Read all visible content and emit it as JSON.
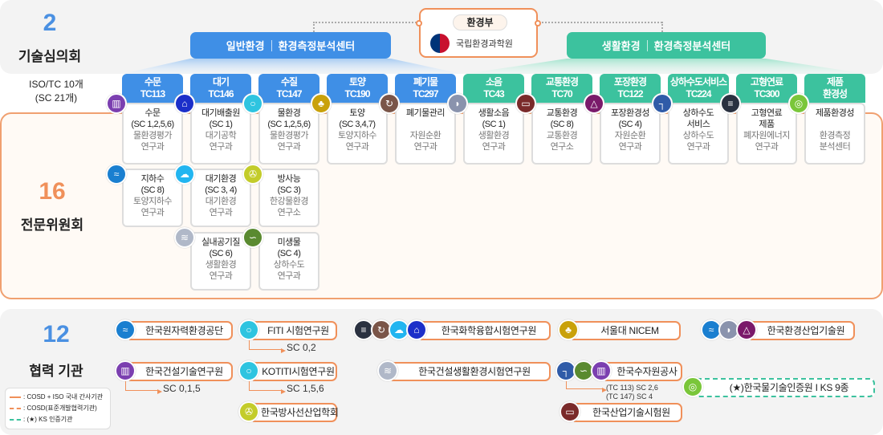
{
  "top": {
    "count": "2",
    "label": "기술심의회",
    "count_color": "#4a90e2"
  },
  "moe": {
    "tag": "환경부",
    "name": "국립환경과학원"
  },
  "banners": {
    "general": {
      "left": "일반환경",
      "right": "환경측정분석센터",
      "color": "#3f8fe6"
    },
    "living": {
      "left": "생활환경",
      "right": "환경측정분석센터",
      "color": "#3cc29e"
    }
  },
  "iso_summary": {
    "line1": "ISO/TC 10개",
    "line2": "(SC 21개)"
  },
  "committee": {
    "count": "16",
    "label": "전문위원회",
    "count_color": "#f0905a"
  },
  "tcs": [
    {
      "name": "수문",
      "code": "TC113",
      "group": "general",
      "icon": "dam-icon",
      "icon_color": "#7b3fb0",
      "card": [
        "수문",
        "(SC 1,2,5,6)"
      ],
      "dept": [
        "물환경평가",
        "연구과"
      ]
    },
    {
      "name": "대기",
      "code": "TC146",
      "group": "general",
      "icon": "factory-icon",
      "icon_color": "#1c2fc9",
      "card": [
        "대기배출원",
        "(SC 1)"
      ],
      "dept": [
        "대기공학",
        "연구과"
      ]
    },
    {
      "name": "수질",
      "code": "TC147",
      "group": "general",
      "icon": "water-drop-icon",
      "icon_color": "#2ec4e0",
      "card": [
        "물환경",
        "(SC 1,2,5,6)"
      ],
      "dept": [
        "물환경평가",
        "연구과"
      ]
    },
    {
      "name": "토양",
      "code": "TC190",
      "group": "general",
      "icon": "trees-icon",
      "icon_color": "#c9a10a",
      "card": [
        "토양",
        "(SC 3,4,7)"
      ],
      "dept": [
        "토양지하수",
        "연구과"
      ]
    },
    {
      "name": "폐기물",
      "code": "TC297",
      "group": "general",
      "icon": "recycle-icon",
      "icon_color": "#7a5548",
      "card": [
        "폐기물관리",
        ""
      ],
      "dept": [
        "자원순환",
        "연구과"
      ]
    },
    {
      "name": "소음",
      "code": "TC43",
      "group": "living",
      "icon": "ear-icon",
      "icon_color": "#8a93ad",
      "card": [
        "생활소음",
        "(SC 1)"
      ],
      "dept": [
        "생활환경",
        "연구과"
      ]
    },
    {
      "name": "교통환경",
      "code": "TC70",
      "group": "living",
      "icon": "car-icon",
      "icon_color": "#7a2a2a",
      "card": [
        "교통환경",
        "(SC 8)"
      ],
      "dept": [
        "교통환경",
        "연구소"
      ]
    },
    {
      "name": "포장환경",
      "code": "TC122",
      "group": "living",
      "icon": "bag-icon",
      "icon_color": "#7a1a6a",
      "card": [
        "포장환경성",
        "(SC 4)"
      ],
      "dept": [
        "자원순환",
        "연구과"
      ]
    },
    {
      "name": "상하수도서비스",
      "code": "TC224",
      "group": "living",
      "icon": "faucet-icon",
      "icon_color": "#2f5ba8",
      "card": [
        "상하수도",
        "서비스"
      ],
      "dept": [
        "상하수도",
        "연구과"
      ]
    },
    {
      "name": "고형연료",
      "code": "TC300",
      "group": "living",
      "icon": "fuel-icon",
      "icon_color": "#2a3140",
      "card": [
        "고형연료",
        "제품"
      ],
      "dept": [
        "폐자원에너지",
        "연구과"
      ]
    },
    {
      "name": "제품",
      "code": "환경성",
      "group": "living",
      "icon": "globe-icon",
      "icon_color": "#7ac63a",
      "card": [
        "제품환경성",
        ""
      ],
      "dept": [
        "환경측정",
        "분석센터"
      ]
    }
  ],
  "subcommittees": [
    {
      "icon": "groundwater-icon",
      "icon_color": "#1a7fd0",
      "card": [
        "지하수",
        "(SC 8)"
      ],
      "dept": [
        "토양지하수",
        "연구과"
      ]
    },
    {
      "icon": "cloud-rain-icon",
      "icon_color": "#22b5f0",
      "card": [
        "대기환경",
        "(SC 3, 4)"
      ],
      "dept": [
        "대기환경",
        "연구과"
      ]
    },
    {
      "icon": "radiation-icon",
      "icon_color": "#c3cc2a",
      "card": [
        "방사능",
        "(SC 3)"
      ],
      "dept": [
        "한강물환경",
        "연구소"
      ]
    },
    {
      "icon": "wind-icon",
      "icon_color": "#b0b8c8",
      "card": [
        "실내공기질",
        "(SC 6)"
      ],
      "dept": [
        "생활환경",
        "연구과"
      ]
    },
    {
      "icon": "microbe-icon",
      "icon_color": "#5a8a30",
      "card": [
        "미생물",
        "(SC 4)"
      ],
      "dept": [
        "상하수도",
        "연구과"
      ]
    }
  ],
  "partners_summary": {
    "count": "12",
    "label": "협력 기관",
    "count_color": "#4a90e2"
  },
  "partners": [
    {
      "name": "한국원자력환경공단",
      "icons": [
        [
          "groundwater-icon",
          "#1a7fd0"
        ]
      ]
    },
    {
      "name": "한국건설기술연구원",
      "icons": [
        [
          "dam-icon",
          "#7b3fb0"
        ]
      ],
      "sub": [
        "SC 0,1,5"
      ]
    },
    {
      "name": "FITI 시험연구원",
      "icons": [
        [
          "water-drop-icon",
          "#2ec4e0"
        ]
      ],
      "sub": [
        "SC 0,2"
      ]
    },
    {
      "name": "KOTITI시험연구원",
      "icons": [
        [
          "water-drop-icon",
          "#2ec4e0"
        ]
      ],
      "sub": [
        "SC 1,5,6"
      ]
    },
    {
      "name": "한국방사선산업학회",
      "icons": [
        [
          "radiation-icon",
          "#c3cc2a"
        ]
      ]
    },
    {
      "name": "한국화학융합시험연구원",
      "icons": [
        [
          "fuel-icon",
          "#2a3140"
        ],
        [
          "recycle-icon",
          "#7a5548"
        ],
        [
          "cloud-rain-icon",
          "#22b5f0"
        ],
        [
          "factory-icon",
          "#1c2fc9"
        ]
      ]
    },
    {
      "name": "한국건설생활환경시험연구원",
      "icons": [
        [
          "wind-icon",
          "#b0b8c8"
        ]
      ]
    },
    {
      "name": "서울대 NICEM",
      "icons": [
        [
          "trees-icon",
          "#c9a10a"
        ]
      ]
    },
    {
      "name": "한국환경산업기술원",
      "icons": [
        [
          "groundwater-icon",
          "#1a7fd0"
        ],
        [
          "ear-icon",
          "#8a93ad"
        ],
        [
          "bag-icon",
          "#7a1a6a"
        ]
      ]
    },
    {
      "name": "한국수자원공사",
      "icons": [
        [
          "faucet-icon",
          "#2f5ba8"
        ],
        [
          "microbe-icon",
          "#5a8a30"
        ],
        [
          "dam-icon",
          "#7b3fb0"
        ]
      ],
      "sub": [
        "(TC 113) SC 2,6",
        "(TC 147) SC 4"
      ]
    },
    {
      "name": "한국산업기술시험원",
      "icons": [
        [
          "car-icon",
          "#7a2a2a"
        ]
      ]
    },
    {
      "name": "(★)한국물기술인증원 I KS 9종",
      "icons": [
        [
          "globe-icon",
          "#7ac63a"
        ]
      ],
      "ks": true
    }
  ],
  "legend": [
    {
      "text": ": COSD + ISO 국내 간사기관",
      "style": "solid",
      "color": "#f0905a"
    },
    {
      "text": ": COSD(표준개발협력기관)",
      "style": "dashed",
      "color": "#f0905a"
    },
    {
      "text": ": (★) KS 인증기관",
      "style": "dashed",
      "color": "#3cc29e"
    }
  ]
}
